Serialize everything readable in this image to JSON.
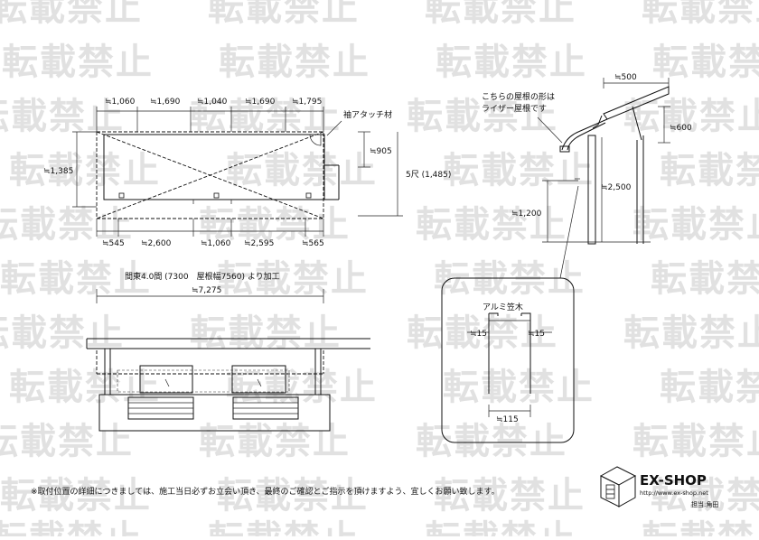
{
  "watermark": "転載禁止",
  "plan": {
    "top_dims": [
      "≒1,060",
      "≒1,690",
      "≒1,040",
      "≒1,690",
      "≒1,795"
    ],
    "bottom_dims": [
      "≒545",
      "≒2,600",
      "≒1,060",
      "≒2,595",
      "≒565"
    ],
    "left_dim": "≒1,385",
    "right_inner_dim": "≒905",
    "right_outer_dim": "5尺 (1,485)",
    "attach_label": "袖アタッチ材"
  },
  "elevation": {
    "caption": "間東4.0間 (7300　屋根幅7560) より加工",
    "width_dim": "≒7,275"
  },
  "side": {
    "note_line1": "こちらの屋根の形は",
    "note_line2": "ライザー屋根です",
    "dim_500": "≒500",
    "dim_600": "≒600",
    "dim_2500": "≒2,500",
    "dim_1200": "≒1,200"
  },
  "detail": {
    "title": "アルミ笠木",
    "left_dim": "≒15",
    "right_dim": "≒15",
    "bottom_dim": "≒115"
  },
  "footer": {
    "notice": "※取付位置の詳細につきましては、施工当日必ずお立会い頂き、最終のご確認とご指示を頂けますよう、宜しくお願い致します。",
    "logo": "EX-SHOP",
    "url": "http://www.ex-shop.net",
    "staff": "担当:角田"
  }
}
